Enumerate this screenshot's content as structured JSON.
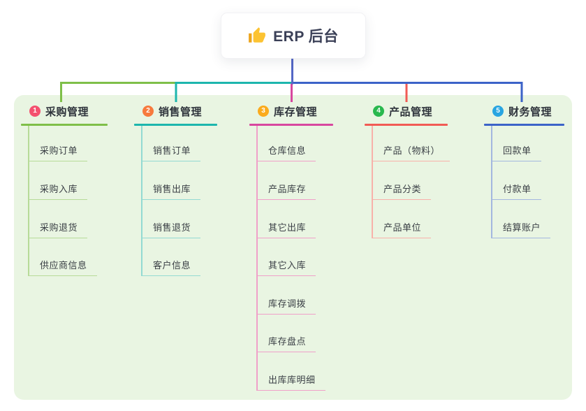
{
  "root": {
    "title": "ERP 后台",
    "icon": "thumbs-up-icon"
  },
  "branches": [
    {
      "badge": "1",
      "title": "采购管理",
      "badge_color": "#f4516f",
      "line_color": "#7fbf49",
      "subline_color": "#b7db98",
      "items": [
        "采购订单",
        "采购入库",
        "采购退货",
        "供应商信息"
      ]
    },
    {
      "badge": "2",
      "title": "销售管理",
      "badge_color": "#f77a3d",
      "line_color": "#1db6ad",
      "subline_color": "#93dad2",
      "items": [
        "销售订单",
        "销售出库",
        "销售退货",
        "客户信息"
      ]
    },
    {
      "badge": "3",
      "title": "库存管理",
      "badge_color": "#fbab1d",
      "line_color": "#d8479f",
      "subline_color": "#f0a0c9",
      "items": [
        "仓库信息",
        "产品库存",
        "其它出库",
        "其它入库",
        "库存调拨",
        "库存盘点",
        "出库库明细"
      ]
    },
    {
      "badge": "4",
      "title": "产品管理",
      "badge_color": "#29b84e",
      "line_color": "#f15b55",
      "subline_color": "#f8b1aa",
      "items": [
        "产品（物料）",
        "产品分类",
        "产品单位"
      ]
    },
    {
      "badge": "5",
      "title": "财务管理",
      "badge_color": "#29a5e1",
      "line_color": "#3c63c8",
      "subline_color": "#a3b7df",
      "items": [
        "回款单",
        "付款单",
        "结算账户"
      ]
    }
  ],
  "colors": {
    "panel_bg": "#e9f5e2",
    "root_stub": "#5467c6",
    "icon_hand": "#fcc332",
    "icon_cuff": "#eca51d"
  }
}
